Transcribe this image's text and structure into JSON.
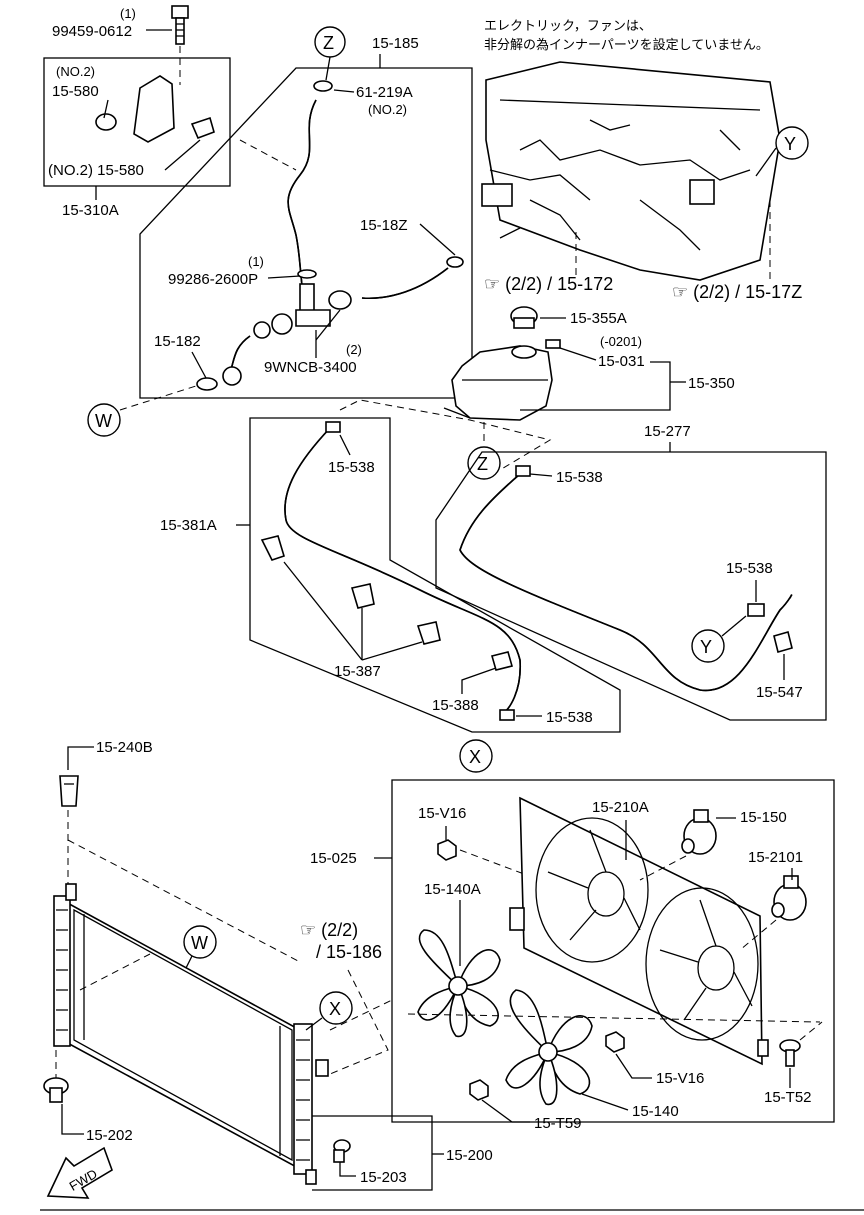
{
  "note": {
    "line1": "エレクトリック，ファンは、",
    "line2": "非分解の為インナーパーツを設定していません。"
  },
  "callouts": {
    "z": "Z",
    "y": "Y",
    "w": "W",
    "x": "X"
  },
  "parts": {
    "p99459": "99459-0612",
    "p99459_qty": "(1)",
    "p15580a_note": "(NO.2)",
    "p15580a": "15-580",
    "p15580b": "(NO.2) 15-580",
    "p15310A": "15-310A",
    "p15185": "15-185",
    "p61219A": "61-219A",
    "p61219A_note": "(NO.2)",
    "p1518Z": "15-18Z",
    "p99286_qty": "(1)",
    "p99286": "99286-2600P",
    "p15182": "15-182",
    "p9WNCB_qty": "(2)",
    "p9WNCB": "9WNCB-3400",
    "ref172": "☞ (2/2) / 15-172",
    "ref17Z": "☞ (2/2) / 15-17Z",
    "p15355A": "15-355A",
    "p15031_note": "(-0201)",
    "p15031": "15-031",
    "p15350": "15-350",
    "p15277": "15-277",
    "p15538a": "15-538",
    "p15538b": "15-538",
    "p15538c": "15-538",
    "p15538d": "15-538",
    "p15381A": "15-381A",
    "p15387": "15-387",
    "p15388": "15-388",
    "p15547": "15-547",
    "p15240B": "15-240B",
    "p15V16a": "15-V16",
    "p15210A": "15-210A",
    "p15150": "15-150",
    "p15025": "15-025",
    "p152101": "15-2101",
    "p15140A": "15-140A",
    "ref186a": "☞ (2/2)",
    "ref186b": "/ 15-186",
    "p15V16b": "15-V16",
    "p15T52": "15-T52",
    "p15T59": "15-T59",
    "p15140": "15-140",
    "p15202": "15-202",
    "p15203": "15-203",
    "p15200": "15-200",
    "fwd": "FWD"
  }
}
